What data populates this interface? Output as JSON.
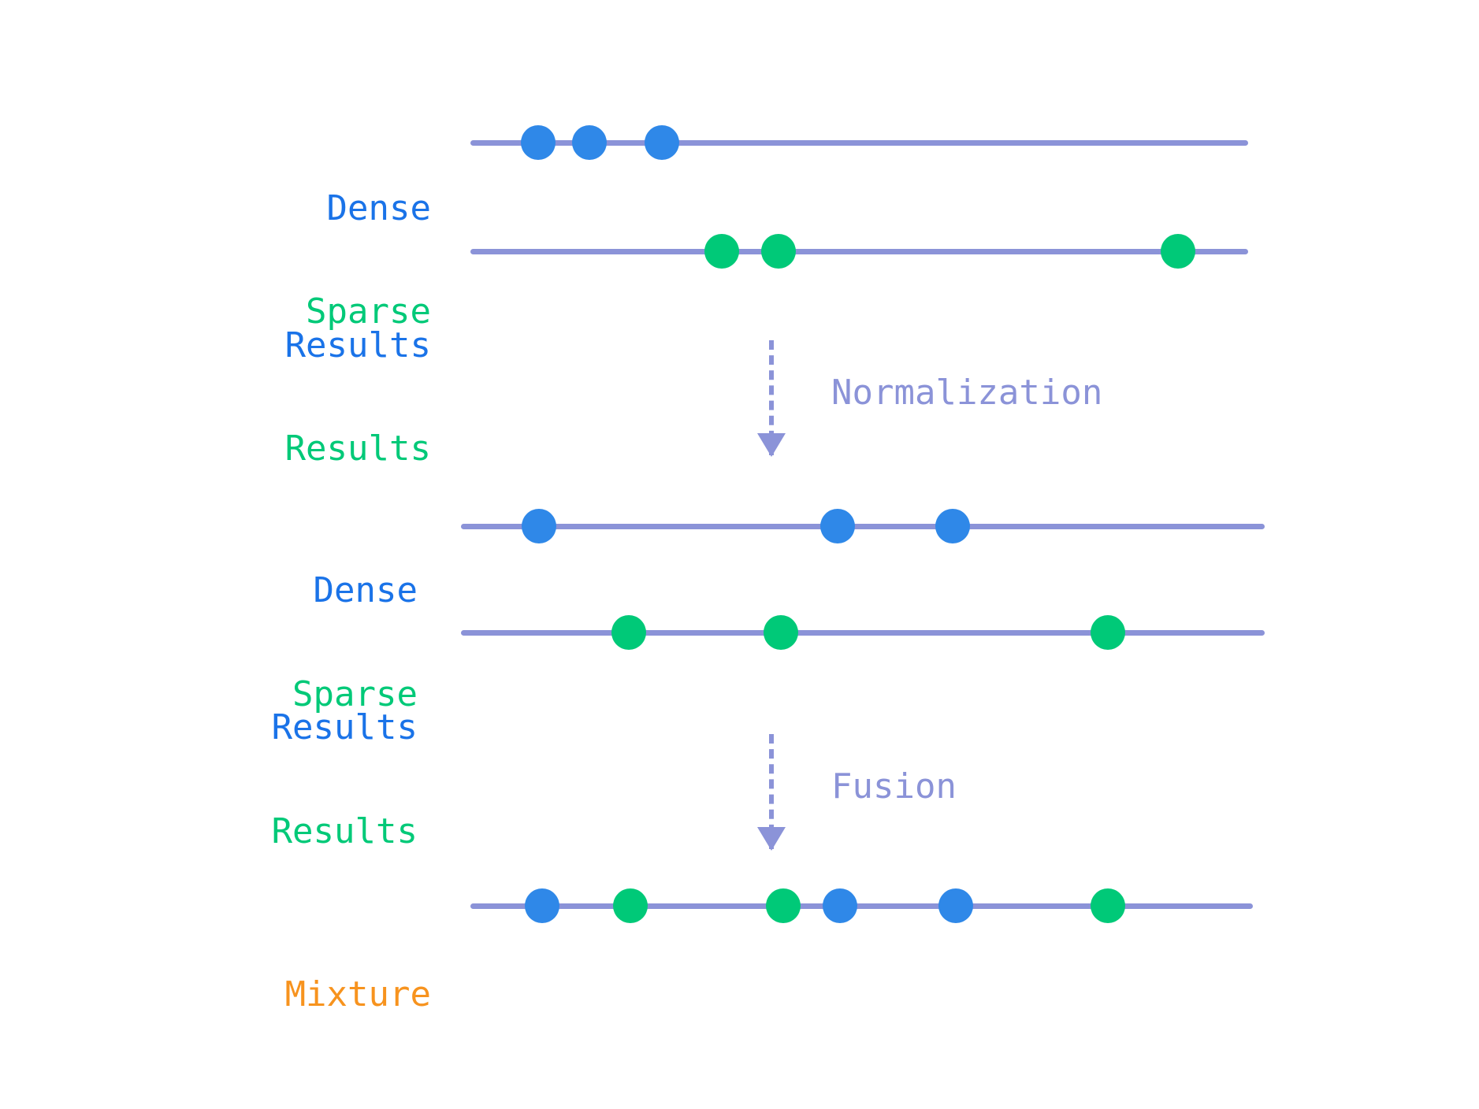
{
  "diagram": {
    "title_colors": {
      "dense": "#1a73e8",
      "sparse": "#00c978",
      "mixture": "#f7931e",
      "line": "#8b93d8",
      "background": "#ffffff"
    },
    "rows": [
      {
        "id": "top-dense",
        "label_line1": "Dense",
        "label_line2": "Results",
        "color_key": "dense",
        "dot_kind": "dense",
        "dots": [
          683,
          748,
          840
        ]
      },
      {
        "id": "top-sparse",
        "label_line1": "Sparse",
        "label_line2": "Results",
        "color_key": "sparse",
        "dot_kind": "sparse",
        "dots": [
          916,
          988,
          1495
        ]
      },
      {
        "id": "mid-dense",
        "label_line1": "Dense",
        "label_line2": "Results",
        "color_key": "dense",
        "dot_kind": "dense",
        "dots": [
          684,
          1063,
          1209
        ]
      },
      {
        "id": "mid-sparse",
        "label_line1": "Sparse",
        "label_line2": "Results",
        "color_key": "sparse",
        "dot_kind": "sparse",
        "dots": [
          798,
          991,
          1406
        ]
      },
      {
        "id": "mixture",
        "label_line1": "Mixture",
        "label_line2": "",
        "color_key": "mixture",
        "dot_kind": "mixed",
        "dots": [
          688,
          800,
          994,
          1066,
          1213,
          1406
        ],
        "dot_kinds": [
          "dense",
          "sparse",
          "sparse",
          "dense",
          "dense",
          "sparse"
        ]
      }
    ],
    "flows": [
      {
        "id": "normalization",
        "label": "Normalization"
      },
      {
        "id": "fusion",
        "label": "Fusion"
      }
    ]
  }
}
